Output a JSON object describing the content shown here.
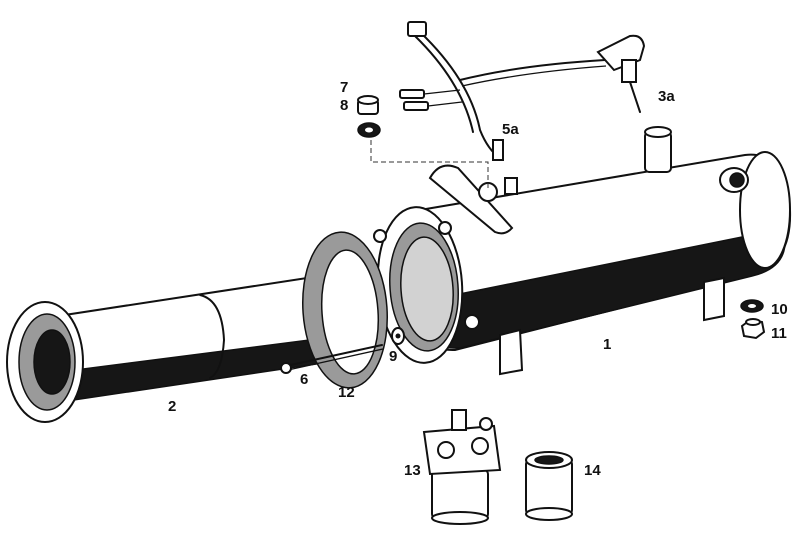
{
  "labels": {
    "l1": "1",
    "l2": "2",
    "l3a": "3a",
    "l5a": "5a",
    "l6": "6",
    "l7": "7",
    "l8": "8",
    "l9": "9",
    "l10": "10",
    "l11": "11",
    "l12": "12",
    "l13": "13",
    "l14": "14"
  },
  "colors": {
    "ink": "#111111",
    "paper": "#ffffff",
    "shade": "#9a9a9a"
  }
}
